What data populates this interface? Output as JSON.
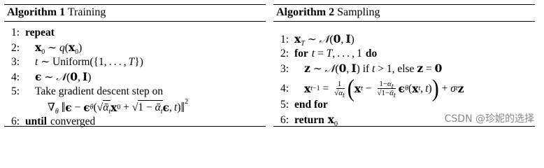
{
  "algorithm1": {
    "label": "Algorithm 1",
    "title": "Training",
    "lines": [
      {
        "num": "1:",
        "keyword": "repeat"
      },
      {
        "num": "2:"
      },
      {
        "num": "3:",
        "text": "Uniform({1, . . . , T})"
      },
      {
        "num": "4:"
      },
      {
        "num": "5:",
        "text": "Take gradient descent step on"
      },
      {
        "num": "",
        "text": ""
      },
      {
        "num": "6:",
        "keyword": "until",
        "text": "converged"
      }
    ]
  },
  "algorithm2": {
    "label": "Algorithm 2",
    "title": "Sampling",
    "lines": [
      {
        "num": "1:"
      },
      {
        "num": "2:",
        "keyword": "for",
        "keyword2": "do"
      },
      {
        "num": "3:",
        "text_if": "if",
        "text_else": "else"
      },
      {
        "num": "4:"
      },
      {
        "num": "5:",
        "keyword": "end for"
      },
      {
        "num": "6:",
        "keyword": "return"
      }
    ]
  },
  "watermark": "CSDN @珍妮的选择"
}
